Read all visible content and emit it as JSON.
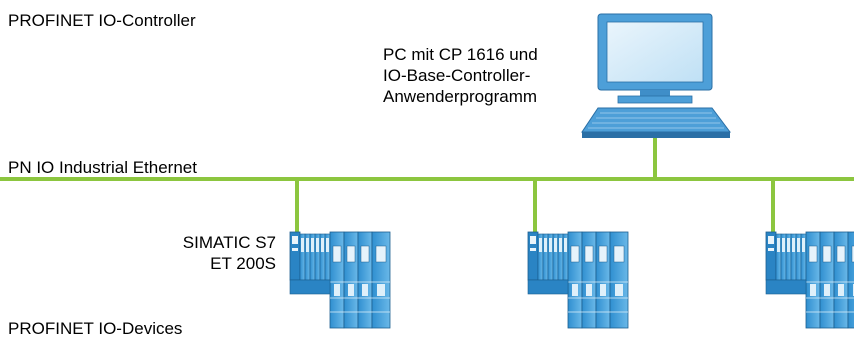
{
  "controller_label": "PROFINET IO-Controller",
  "pc_label": {
    "line1": "PC mit CP 1616 und",
    "line2": "IO-Base-Controller-",
    "line3": "Anwenderprogramm"
  },
  "network_label": "PN IO Industrial Ethernet",
  "device_label": {
    "line1": "SIMATIC S7",
    "line2": "ET 200S"
  },
  "devices_label": "PROFINET IO-Devices",
  "colors": {
    "ethernet": "#8cc63f",
    "device": "#3b9ad6",
    "device_dark": "#1f6fa8",
    "pc": "#4d9fd8"
  },
  "icons": [
    "pc-workstation-icon",
    "et200s-device-icon"
  ]
}
